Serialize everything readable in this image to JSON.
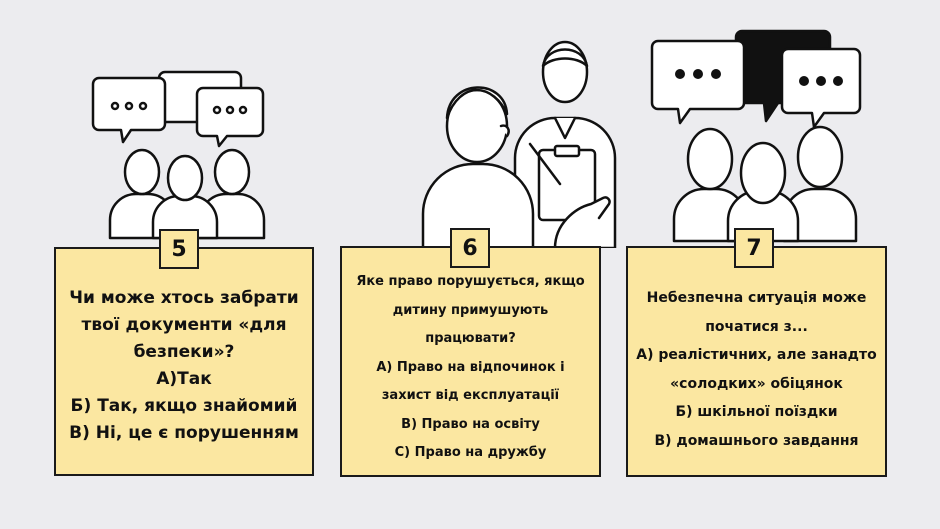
{
  "background_color": "#ECECEF",
  "card_color": "#FBE7A1",
  "illustrations": {
    "left": "group-of-three-people-with-speech-bubbles-icon",
    "center": "two-people-interview-with-clipboard-icon",
    "right": "three-people-with-speech-bubbles-icon"
  },
  "cards": [
    {
      "number": "5",
      "lines": [
        "Чи може хтось забрати",
        "твої документи «для",
        "безпеки»?",
        "А)Так",
        "Б) Так, якщо знайомий",
        "В) Ні, це є порушенням"
      ]
    },
    {
      "number": "6",
      "lines": [
        "Яке право порушується, якщо",
        "дитину примушують",
        "працювати?",
        "А) Право на відпочинок і",
        "захист від експлуатації",
        "В) Право на освіту",
        "С) Право на дружбу"
      ]
    },
    {
      "number": "7",
      "lines": [
        "Небезпечна ситуація може",
        "початися з...",
        "А) реалістичних, але занадто",
        "«солодких» обіцянок",
        "Б) шкільної поїздки",
        "В) домашнього завдання"
      ]
    }
  ]
}
